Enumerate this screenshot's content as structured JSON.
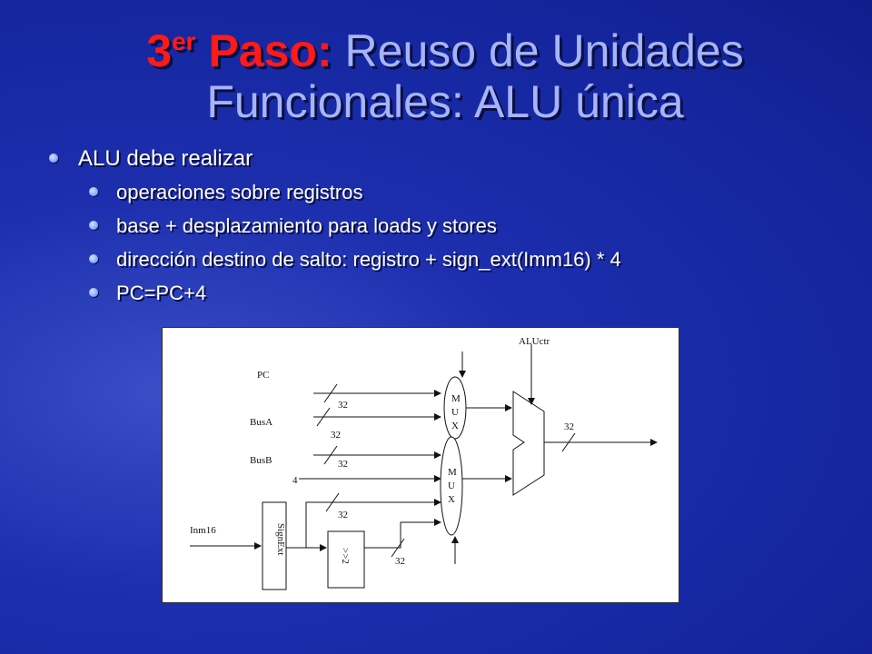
{
  "title": {
    "step_number": "3",
    "step_suffix": "er",
    "step_word": "Paso:",
    "rest_line1": "Reuso de Unidades",
    "rest_line2": "Funcionales: ALU única"
  },
  "bullets": [
    {
      "level": 1,
      "text": "ALU debe realizar"
    },
    {
      "level": 2,
      "text": "operaciones sobre registros"
    },
    {
      "level": 2,
      "text": "base + desplazamiento para loads y stores"
    },
    {
      "level": 2,
      "text": "dirección destino de salto: registro + sign_ext(Imm16) * 4"
    },
    {
      "level": 2,
      "text": "PC=PC+4"
    }
  ],
  "diagram": {
    "pc_label": "PC",
    "busa_label": "BusA",
    "busb_label": "BusB",
    "imm_label": "Inm16",
    "const_four": "4",
    "aluctr_label": "ALUctr",
    "signext_label": "SignExt",
    "shift_label": ">>2",
    "mux_letters": [
      "M",
      "U",
      "X"
    ],
    "width_labels": {
      "pc": "32",
      "busa": "32",
      "busb": "32",
      "signext_out": "32",
      "shift_out": "32",
      "alu_out": "32"
    }
  },
  "colors": {
    "title_red": "#ff1a1a",
    "title_blue": "#a6b4ff",
    "bullet_text": "#ffffff"
  }
}
